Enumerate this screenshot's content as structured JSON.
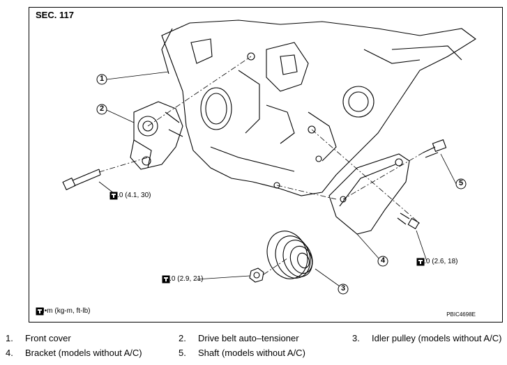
{
  "figure": {
    "section": "SEC. 117",
    "code": "PBIC4698E",
    "unit_legend": ": N•m (kg-m, ft-lb)",
    "callouts": [
      "1",
      "2",
      "3",
      "4",
      "5"
    ],
    "torques": {
      "t1": "40.0 (4.1, 30)",
      "t2": "28.0 (2.9, 21)",
      "t3": "25.0 (2.6, 18)"
    }
  },
  "parts": [
    {
      "num": "1.",
      "name": "Front cover"
    },
    {
      "num": "2.",
      "name": "Drive belt auto–tensioner"
    },
    {
      "num": "3.",
      "name": "Idler pulley (models without A/C)"
    },
    {
      "num": "4.",
      "name": "Bracket (models without A/C)"
    },
    {
      "num": "5.",
      "name": "Shaft (models without A/C)"
    }
  ]
}
